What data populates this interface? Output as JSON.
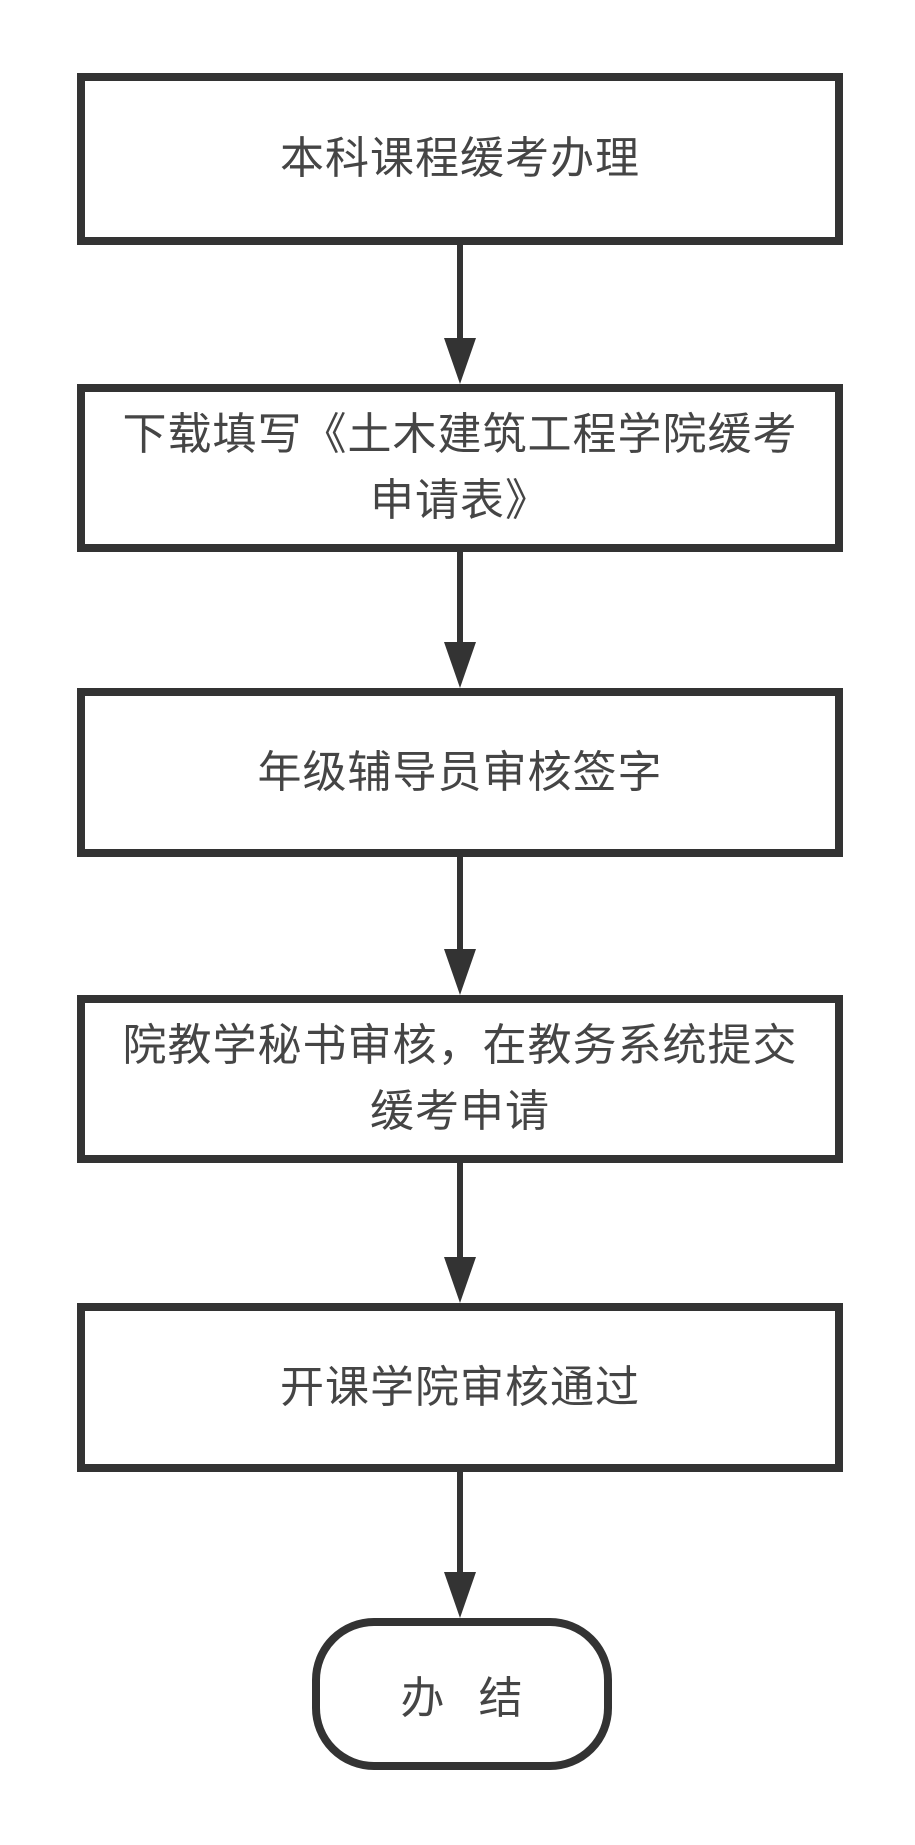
{
  "flowchart": {
    "nodes": [
      {
        "label": "本科课程缓考办理",
        "shape": "rectangle"
      },
      {
        "label": "下载填写《土木建筑工程学院缓考申请表》",
        "shape": "rectangle"
      },
      {
        "label": "年级辅导员审核签字",
        "shape": "rectangle"
      },
      {
        "label": "院教学秘书审核，在教务系统提交缓考申请",
        "shape": "rectangle"
      },
      {
        "label": "开课学院审核通过",
        "shape": "rectangle"
      },
      {
        "label": "办 结",
        "shape": "rounded-terminal"
      }
    ],
    "connectors": [
      {
        "from": 0,
        "to": 1,
        "type": "arrow-down"
      },
      {
        "from": 1,
        "to": 2,
        "type": "arrow-down"
      },
      {
        "from": 2,
        "to": 3,
        "type": "arrow-down"
      },
      {
        "from": 3,
        "to": 4,
        "type": "arrow-down"
      },
      {
        "from": 4,
        "to": 5,
        "type": "arrow-down"
      }
    ],
    "colors": {
      "stroke": "#333333",
      "text": "#454545",
      "background": "#ffffff"
    }
  }
}
